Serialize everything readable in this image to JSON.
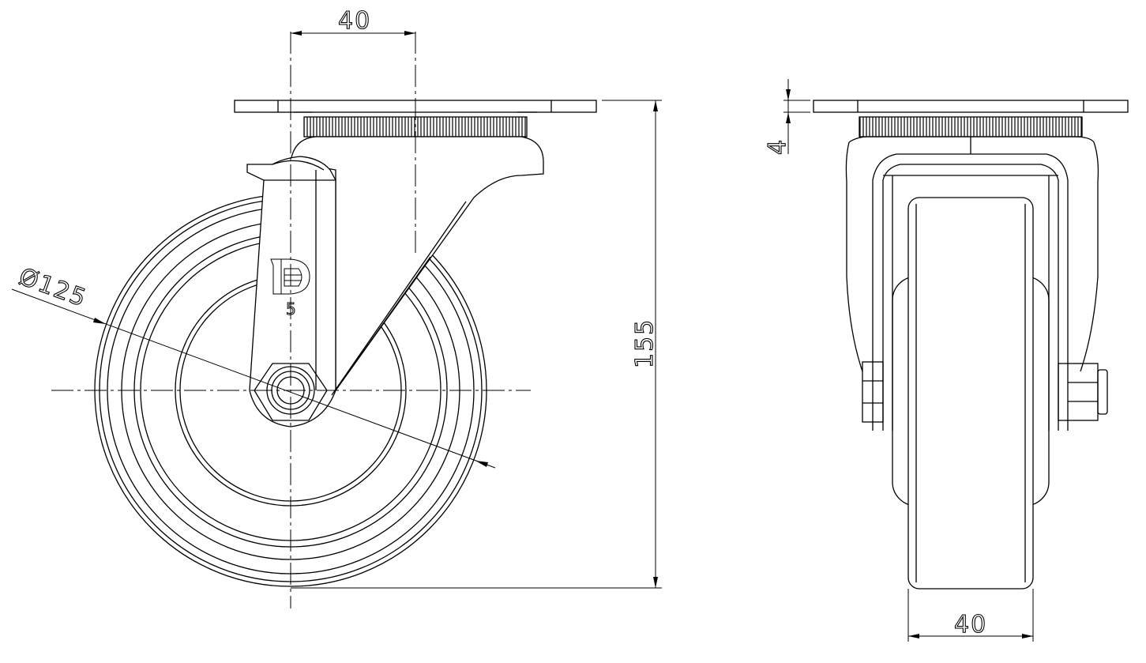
{
  "drawing": {
    "front_view": {
      "dim_offset": "40",
      "dim_height": "155",
      "dim_diameter": "Ø125",
      "logo_number": "5"
    },
    "side_view": {
      "dim_plate_thickness": "4",
      "dim_wheel_width": "40"
    }
  }
}
